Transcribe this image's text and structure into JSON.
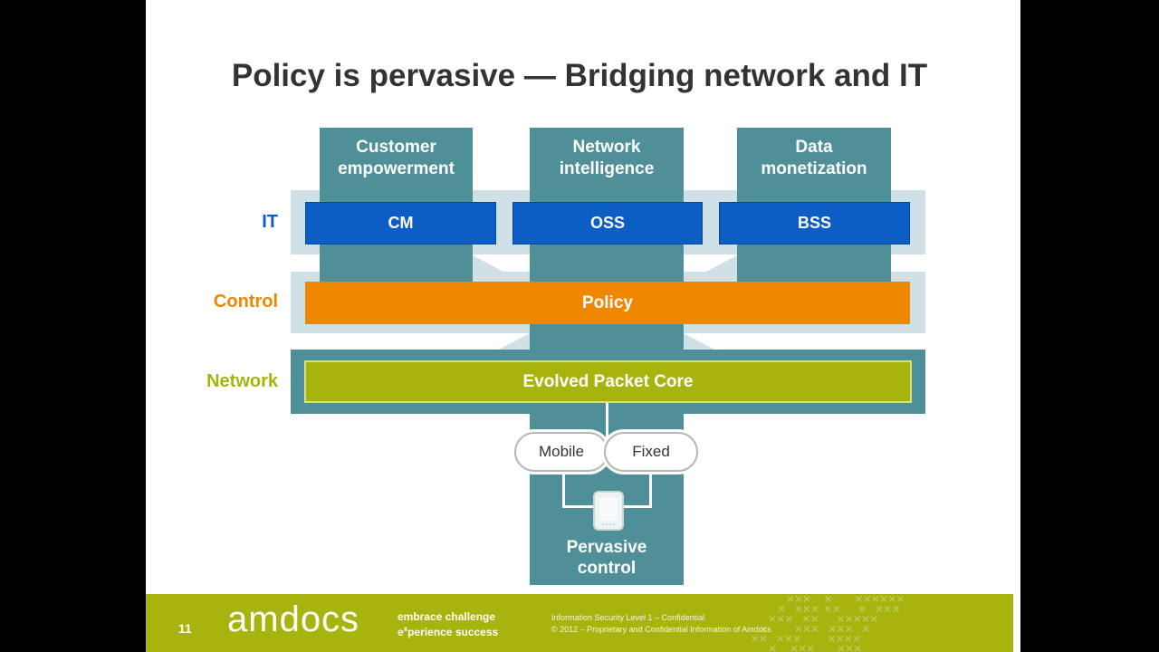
{
  "slide": {
    "title": "Policy is pervasive — Bridging network and IT",
    "page_number": "11"
  },
  "diagram": {
    "columns": [
      {
        "label": "Customer empowerment"
      },
      {
        "label": "Network intelligence"
      },
      {
        "label": "Data monetization"
      }
    ],
    "layers": {
      "it": {
        "label": "IT",
        "color": "#0d5ec4"
      },
      "control": {
        "label": "Control",
        "color": "#ef8700"
      },
      "network": {
        "label": "Network",
        "color": "#a7b40d"
      }
    },
    "it_boxes": [
      "CM",
      "OSS",
      "BSS"
    ],
    "policy_bar": "Policy",
    "network_bar": "Evolved Packet Core",
    "clouds": [
      "Mobile",
      "Fixed"
    ],
    "bottom_label": "Pervasive control",
    "device_icon": "mobile-device-icon"
  },
  "footer": {
    "logo": "amdocs",
    "tagline_1": "embrace challenge",
    "tagline_2_prefix": "e",
    "tagline_2_super": "x",
    "tagline_2_rest": "perience success",
    "legal_1": "Information Security Level 1 – Confidential",
    "legal_2": "© 2012 – Proprietary and Confidential Information of Amdocs",
    "brand_color": "#a7b40d"
  }
}
